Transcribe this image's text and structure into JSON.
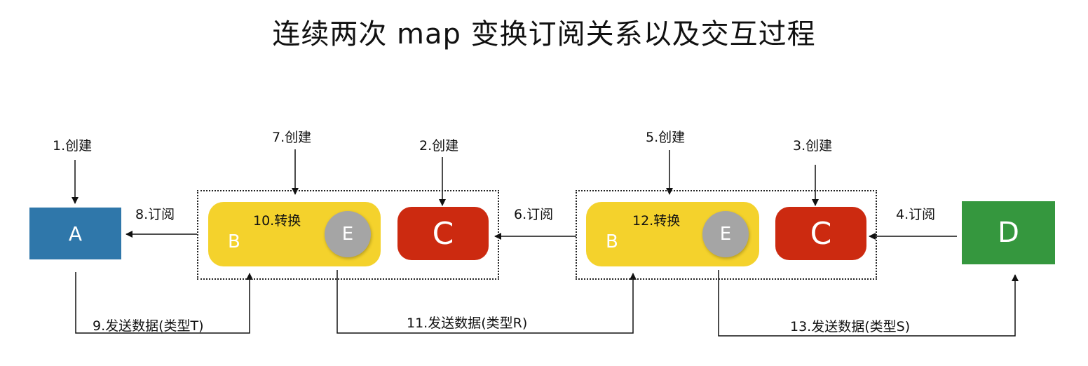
{
  "title": "连续两次 map 变换订阅关系以及交互过程",
  "nodes": {
    "a": "A",
    "b1": "B",
    "e1": "E",
    "c1": "C",
    "b2": "B",
    "e2": "E",
    "c2": "C",
    "d": "D"
  },
  "labels": {
    "step1": "1.创建",
    "step2": "2.创建",
    "step3": "3.创建",
    "step4": "4.订阅",
    "step5": "5.创建",
    "step6": "6.订阅",
    "step7": "7.创建",
    "step8": "8.订阅",
    "step9": "9.发送数据(类型T)",
    "step10": "10.转换",
    "step11": "11.发送数据(类型R)",
    "step12": "12.转换",
    "step13": "13.发送数据(类型S)"
  },
  "colors": {
    "node_a": "#2f77aa",
    "node_b": "#f4d22c",
    "node_c": "#cc2a10",
    "node_d": "#35973e",
    "node_e": "#a5a5a5"
  }
}
